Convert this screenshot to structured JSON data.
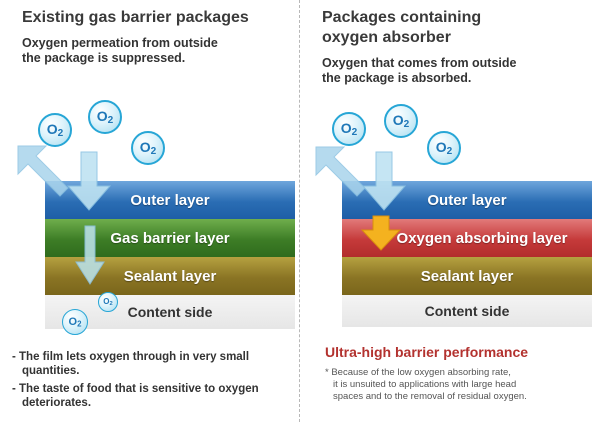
{
  "left": {
    "heading": "Existing gas barrier packages",
    "subtitle_line1": "Oxygen permeation from outside",
    "subtitle_line2": "the package is suppressed.",
    "layers": {
      "outer": "Outer layer",
      "gas_barrier": "Gas barrier layer",
      "sealant": "Sealant layer",
      "content": "Content side"
    },
    "notes": [
      "- The film lets oxygen through in very small quantities.",
      "- The taste of food that is sensitive to oxygen deteriorates."
    ]
  },
  "right": {
    "heading_line1": "Packages containing",
    "heading_line2": "oxygen absorber",
    "subtitle_line1": "Oxygen that comes from outside",
    "subtitle_line2": "the package is absorbed.",
    "layers": {
      "outer": "Outer layer",
      "absorbing": "Oxygen absorbing layer",
      "sealant": "Sealant layer",
      "content": "Content side"
    },
    "highlight": "Ultra-high barrier performance",
    "footnote_line1": "* Because of the low oxygen absorbing rate,",
    "footnote_line2": "it is unsuited to applications with large head",
    "footnote_line3": "spaces and to the removal of residual oxygen."
  },
  "o2_label": "O2",
  "colors": {
    "outer_layer": "#2a6db4",
    "gas_barrier_layer": "#3d7d26",
    "sealant_layer": "#8a7424",
    "absorbing_layer": "#c53a3a",
    "highlight_text": "#b3322f",
    "o2_bubble": "#27a6d6"
  }
}
